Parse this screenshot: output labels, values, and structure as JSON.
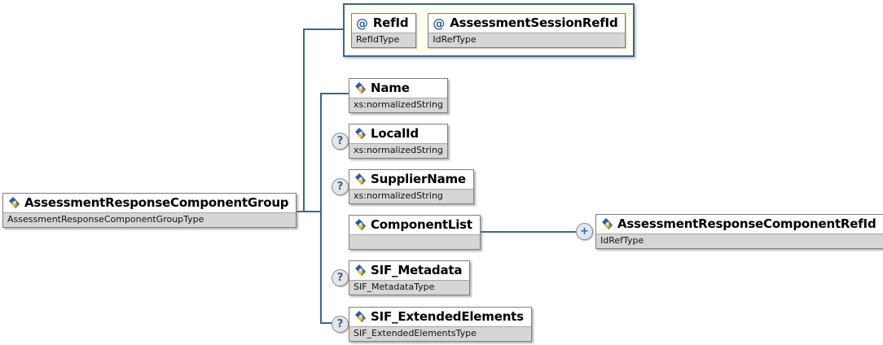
{
  "diagram": {
    "root": {
      "name": "AssessmentResponseComponentGroup",
      "type": "AssessmentResponseComponentGroupType"
    },
    "attributes": [
      {
        "glyph": "@",
        "name": "RefId",
        "type": "RefIdType"
      },
      {
        "glyph": "@",
        "name": "AssessmentSessionRefId",
        "type": "IdRefType"
      }
    ],
    "children": [
      {
        "name": "Name",
        "type": "xs:normalizedString",
        "badge": ""
      },
      {
        "name": "LocalId",
        "type": "xs:normalizedString",
        "badge": "?"
      },
      {
        "name": "SupplierName",
        "type": "xs:normalizedString",
        "badge": "?"
      },
      {
        "name": "ComponentList",
        "type": "",
        "badge": ""
      },
      {
        "name": "SIF_Metadata",
        "type": "SIF_MetadataType",
        "badge": "?"
      },
      {
        "name": "SIF_ExtendedElements",
        "type": "SIF_ExtendedElementsType",
        "badge": "?"
      }
    ],
    "linked": {
      "name": "AssessmentResponseComponentRefId",
      "type": "IdRefType",
      "badge": "+"
    },
    "colors": {
      "connector": "#36679B",
      "attr_panel_bg": "#FFFFF0",
      "attr_panel_border": "#36679B",
      "box_border": "#7F7F7F",
      "type_band_bg": "#D6D6D6",
      "badge_glyph": "#2E66A4",
      "icon_blue": "#2A5CAA",
      "icon_yellow": "#F7B500"
    }
  }
}
